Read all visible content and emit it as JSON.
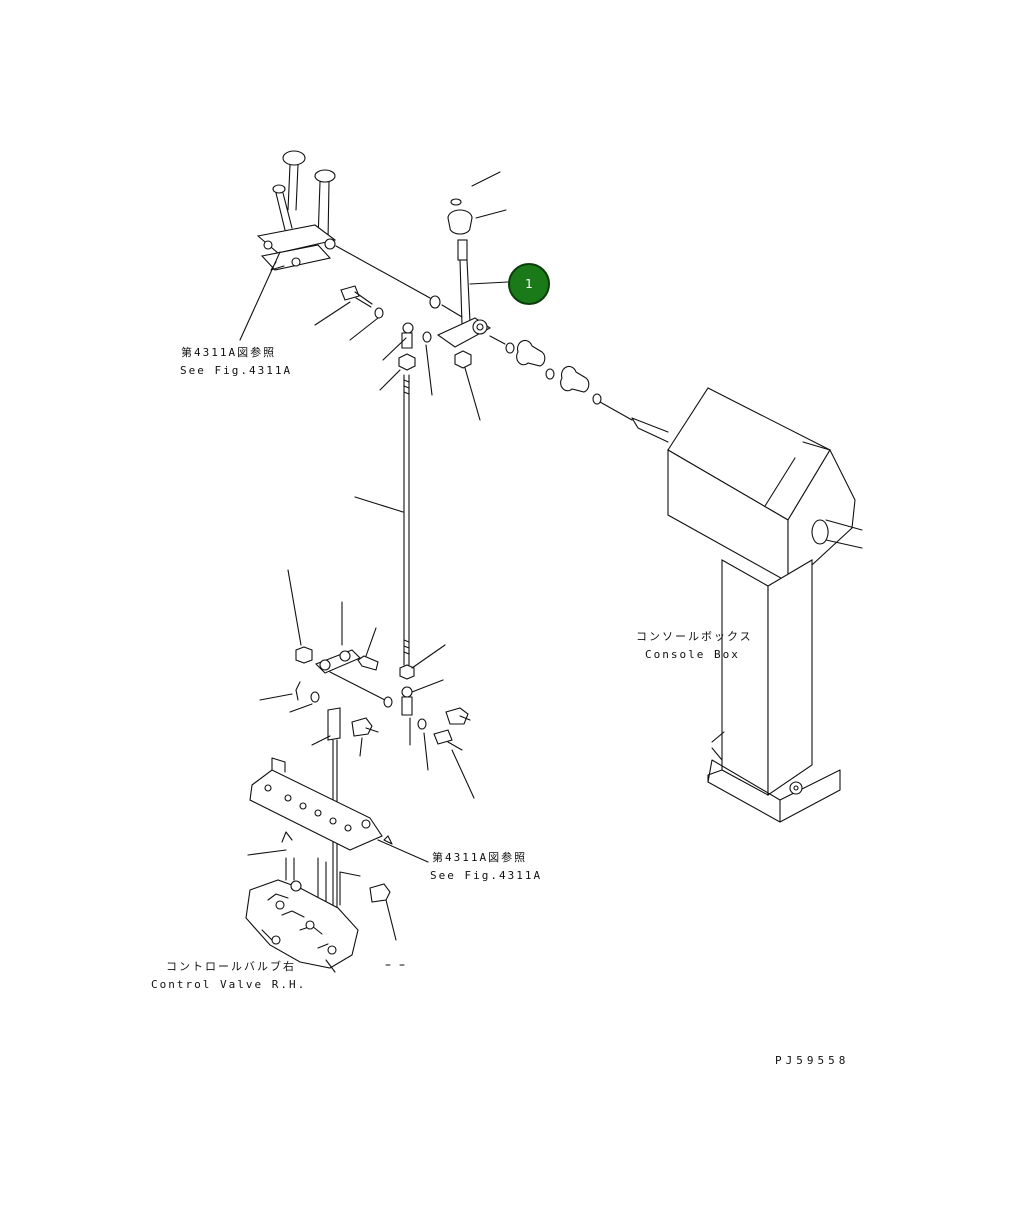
{
  "labels": {
    "ref_top_jp": "第4311A図参照",
    "ref_top_en": "See Fig.4311A",
    "ref_mid_jp": "第4311A図参照",
    "ref_mid_en": "See Fig.4311A",
    "console_jp": "コンソールボックス",
    "console_en": "Console Box",
    "valve_jp": "コントロールバルブ右",
    "valve_en": "Control Valve R.H.",
    "drawing_id": "PJ59558"
  },
  "callouts": [
    {
      "number": "1",
      "color": "#1a7a1a"
    }
  ]
}
